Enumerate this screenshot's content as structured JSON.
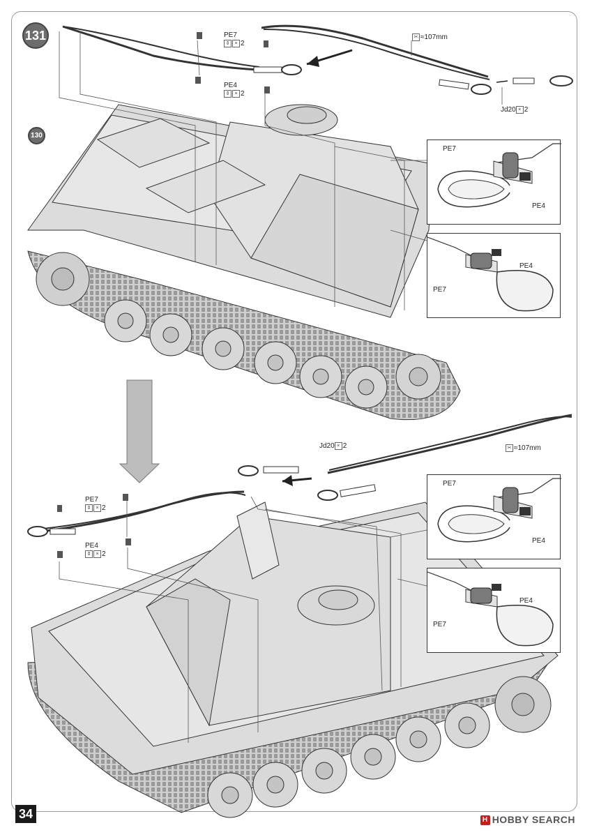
{
  "step": {
    "number": "131",
    "reference_step": "130"
  },
  "page_number": "34",
  "watermark": {
    "logo": "H",
    "text": "HOBBY SEARCH"
  },
  "top_assembly": {
    "pe7": {
      "part": "PE7",
      "qty": "2"
    },
    "pe4": {
      "part": "PE4",
      "qty": "2"
    },
    "cable_length": "≈107mm",
    "jd20": {
      "part": "Jd20",
      "qty": "2"
    }
  },
  "bottom_assembly": {
    "pe7": {
      "part": "PE7",
      "qty": "2"
    },
    "pe4": {
      "part": "PE4",
      "qty": "2"
    },
    "cable_length": "≈107mm",
    "jd20": {
      "part": "Jd20",
      "qty": "2"
    }
  },
  "details": [
    {
      "pe7": "PE7",
      "pe4": "PE4"
    },
    {
      "pe7": "PE7",
      "pe4": "PE4"
    },
    {
      "pe7": "PE7",
      "pe4": "PE4"
    },
    {
      "pe7": "PE7",
      "pe4": "PE4"
    }
  ],
  "icons": {
    "cut_symbol": "scissors-icon",
    "flip_symbol": "flip-icon",
    "multiply": "x"
  }
}
